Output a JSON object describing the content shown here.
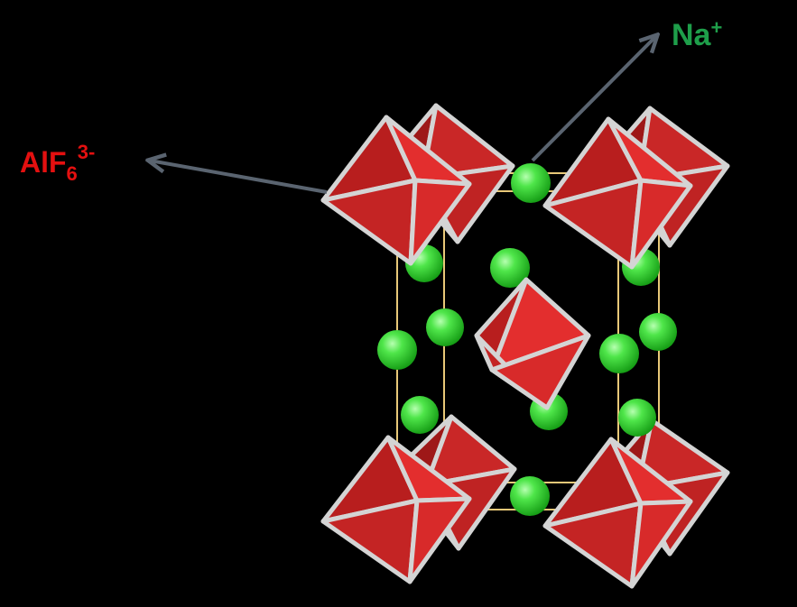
{
  "labels": {
    "cation": {
      "base": "Na",
      "sup": "+"
    },
    "anion": {
      "base": "AlF",
      "sub": "6",
      "sup": "3-"
    }
  },
  "colors": {
    "background": "#000000",
    "sodium": "#22cc22",
    "octahedron_face": "#cc2626",
    "octahedron_edge": "#d4d4d4",
    "cell_edge": "#e8c878",
    "arrow": "#5a6470",
    "cation_label": "#1e9e4a",
    "anion_label": "#e41010"
  },
  "structure": {
    "name_elements": [
      "Na",
      "Al",
      "F"
    ]
  }
}
